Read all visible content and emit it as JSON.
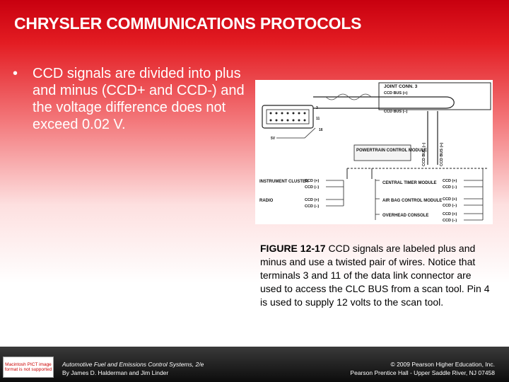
{
  "slide": {
    "title": "CHRYSLER COMMUNICATIONS PROTOCOLS",
    "bullet": "CCD signals are divided into plus and minus (CCD+ and CCD-) and the voltage difference does not exceed 0.02 V."
  },
  "figure": {
    "labels": {
      "joint_conn": "JOINT CONN. 3",
      "ccd_bus_plus": "CCD BUS (+)",
      "ccd_bus_minus": "CCD BUS (–)",
      "pin_3": "3",
      "pin_11": "11",
      "pin_16": "16",
      "pin_5v": "5V",
      "vert_minus": "CCD BUS (–)",
      "vert_plus": "CCD BUS (+)",
      "pcm": "POWERTRAIN CONTROL MODULE",
      "instrument": "INSTRUMENT CLUSTER",
      "radio": "RADIO",
      "central_timer": "CENTRAL TIMER MODULE",
      "air_bag": "AIR BAG CONTROL MODULE",
      "overhead": "OVERHEAD CONSOLE",
      "ccd_plus": "CCD (+)",
      "ccd_minus": "CCD (–)"
    }
  },
  "caption": {
    "figure_number": "FIGURE 12-17",
    "text": " CCD signals are labeled plus and minus and use a twisted pair of wires. Notice that terminals 3 and 11 of the data link connector are used to access the CLC BUS from a scan tool. Pin 4 is used to supply 12 volts to the scan tool."
  },
  "footer": {
    "logo_text": "Macintosh PICT image format is not supported",
    "book_title": "Automotive Fuel and Emissions Control Systems, 2/e",
    "authors": "By James D. Halderman and Jim Linder",
    "copyright": "© 2009 Pearson Higher Education, Inc.",
    "publisher": "Pearson Prentice Hall - Upper Saddle River, NJ 07458"
  },
  "colors": {
    "title_red": "#c8000f",
    "text_white": "#ffffff",
    "footer_dark": "#1a1a1a"
  }
}
